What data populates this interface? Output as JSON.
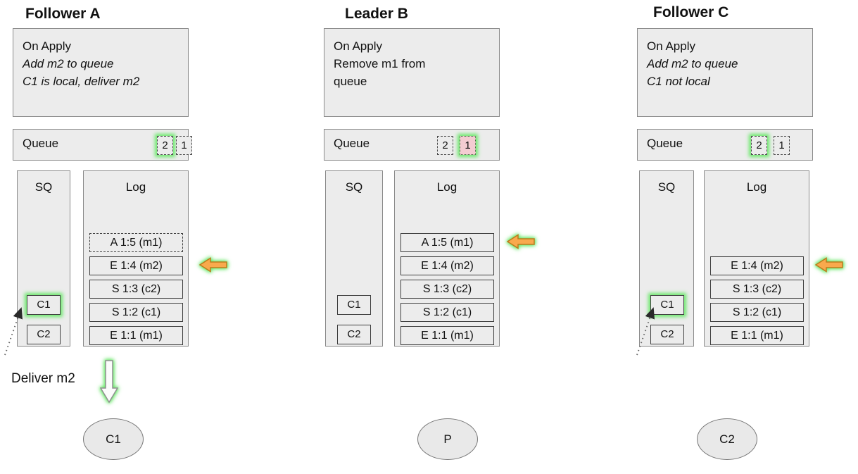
{
  "colors": {
    "panel_fill": "#ececec",
    "panel_border": "#8a8a8a",
    "entry_border": "#3f3f3f",
    "glow_green": "#6ee86e",
    "arrow_orange": "#f9a94d",
    "arrow_orange_border": "#b97c1c",
    "queue_pink": "#f4ccd2"
  },
  "nodes": [
    {
      "id": "follower-a",
      "title": "Follower A",
      "on_apply_lines": [
        "On Apply",
        "Add m2 to queue",
        "C1 is local, deliver m2"
      ],
      "queue": {
        "label": "Queue",
        "cells": [
          "2",
          "1"
        ]
      },
      "sq": {
        "label": "SQ",
        "cells": [
          "C1",
          "C2"
        ]
      },
      "log": {
        "label": "Log",
        "entries": [
          "A 1:5 (m1)",
          "E 1:4 (m2)",
          "S 1:3 (c2)",
          "S 1:2 (c1)",
          "E 1:1 (m1)"
        ]
      },
      "deliver_label": "Deliver m2",
      "client": "C1"
    },
    {
      "id": "leader-b",
      "title": "Leader B",
      "on_apply_lines": [
        "On Apply",
        "Remove m1 from",
        "queue"
      ],
      "queue": {
        "label": "Queue",
        "cells": [
          "2",
          "1"
        ]
      },
      "sq": {
        "label": "SQ",
        "cells": [
          "C1",
          "C2"
        ]
      },
      "log": {
        "label": "Log",
        "entries": [
          "A 1:5 (m1)",
          "E 1:4 (m2)",
          "S 1:3 (c2)",
          "S 1:2 (c1)",
          "E 1:1 (m1)"
        ]
      },
      "client": "P"
    },
    {
      "id": "follower-c",
      "title": "Follower C",
      "on_apply_lines": [
        "On Apply",
        "Add m2 to queue",
        "C1 not local"
      ],
      "queue": {
        "label": "Queue",
        "cells": [
          "2",
          "1"
        ]
      },
      "sq": {
        "label": "SQ",
        "cells": [
          "C1",
          "C2"
        ]
      },
      "log": {
        "label": "Log",
        "entries": [
          "E 1:4 (m2)",
          "S 1:3 (c2)",
          "S 1:2 (c1)",
          "E 1:1 (m1)"
        ]
      },
      "client": "C2"
    }
  ]
}
